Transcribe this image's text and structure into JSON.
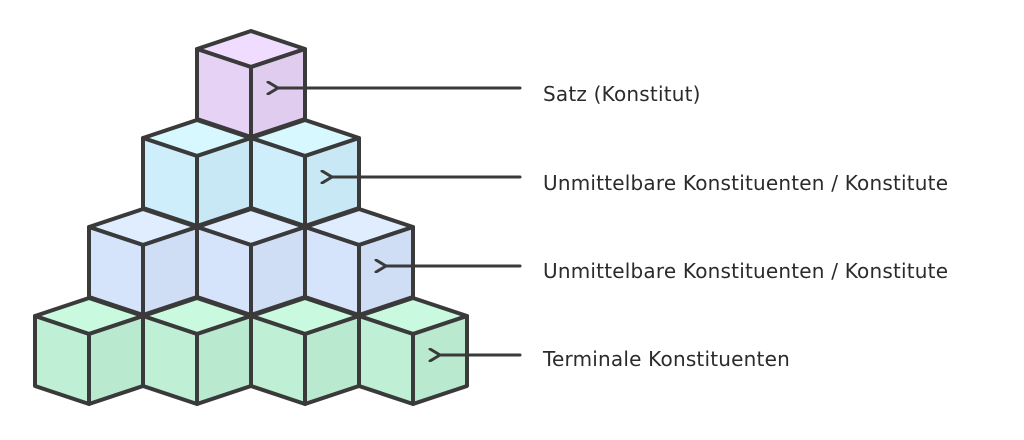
{
  "pyramid": {
    "levels": [
      {
        "label": "Satz (Konstitut)",
        "cubes": 1,
        "color": "#e6d2f5"
      },
      {
        "label": "Unmittelbare Konstituenten / Konstitute",
        "cubes": 2,
        "color": "#cdeefa"
      },
      {
        "label": "Unmittelbare Konstituenten / Konstitute",
        "cubes": 3,
        "color": "#d5e3fb"
      },
      {
        "label": "Terminale Konstituenten",
        "cubes": 4,
        "color": "#bff0d6"
      }
    ],
    "stroke_color": "#3a3a3a"
  }
}
